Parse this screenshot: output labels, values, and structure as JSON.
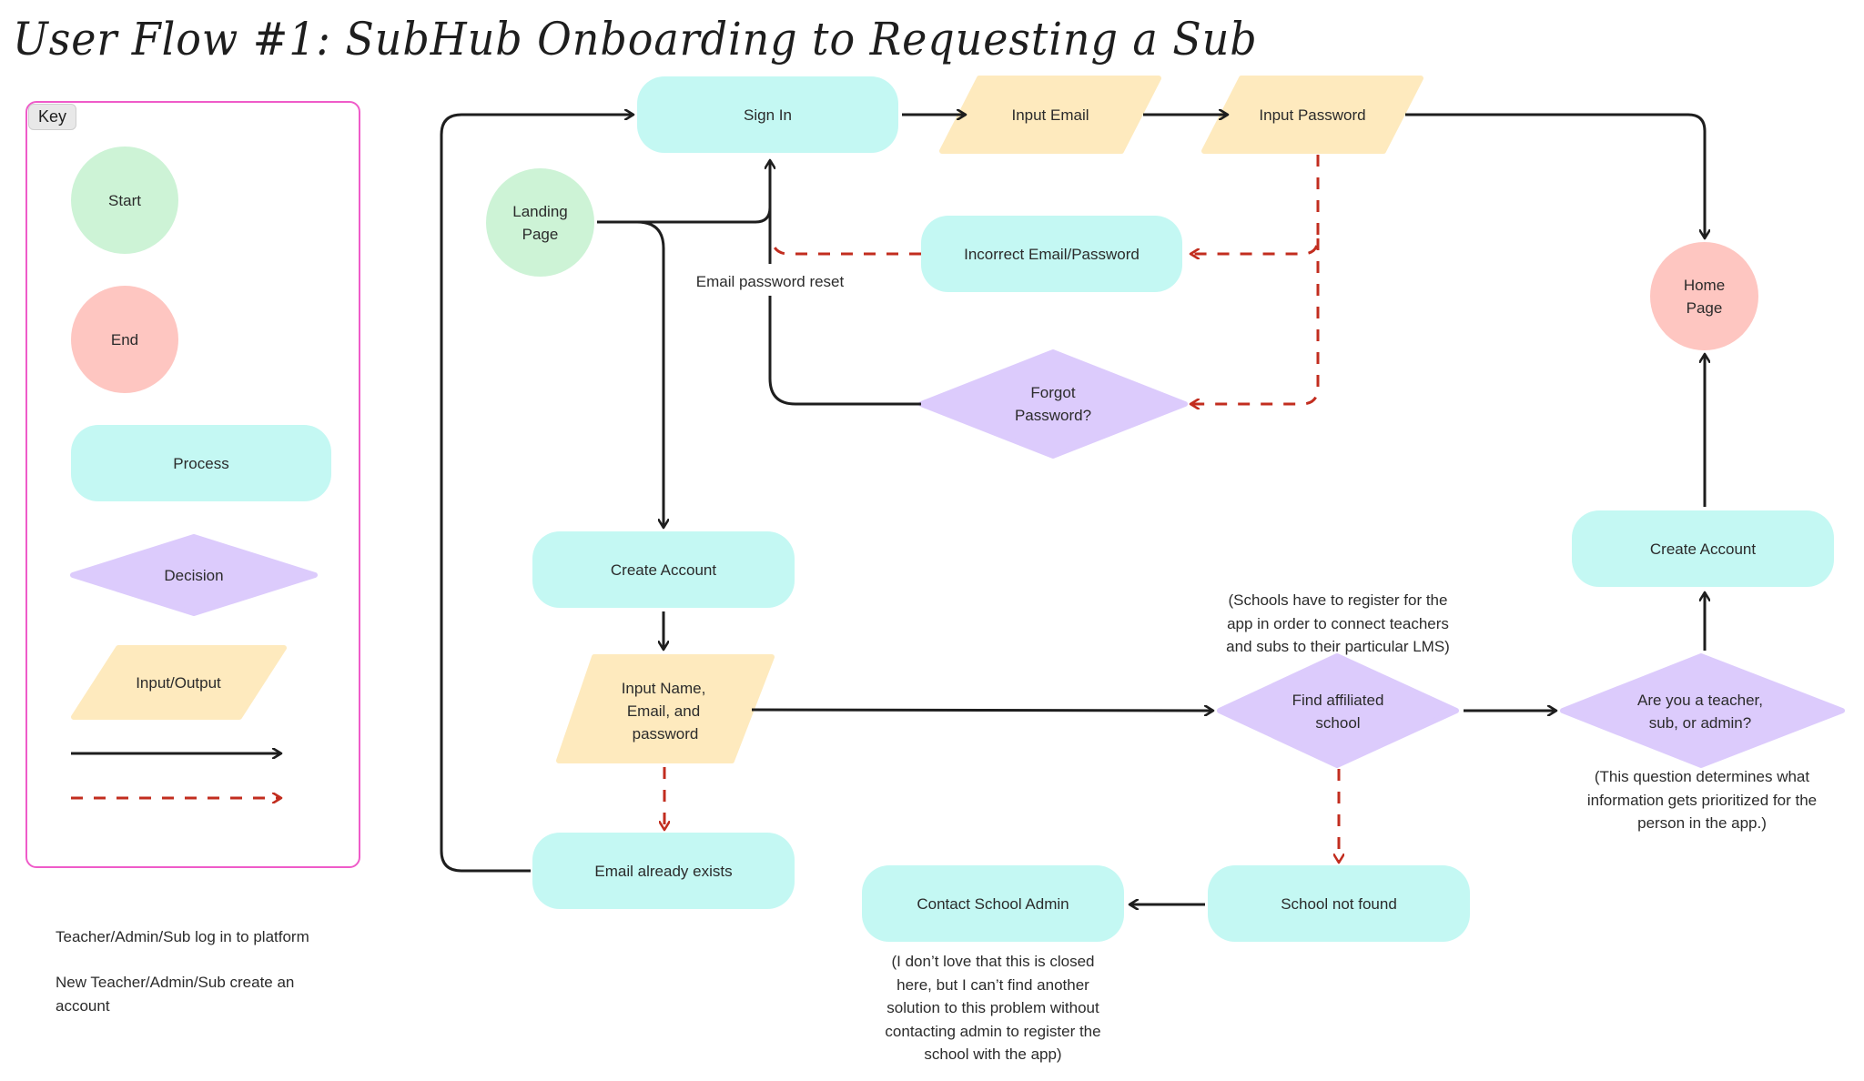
{
  "title": "User Flow #1: SubHub Onboarding to Requesting a Sub",
  "colors": {
    "start": "#cdf3d6",
    "end": "#fec6c1",
    "process": "#c4f8f3",
    "decision": "#dccbfc",
    "io": "#feeabe",
    "solid_arrow": "#1e1e1e",
    "dashed_arrow": "#c22d1f",
    "key_border": "#ef5bc9"
  },
  "key": {
    "label": "Key",
    "items": [
      {
        "shape": "circle",
        "type": "start",
        "label": "Start"
      },
      {
        "shape": "circle",
        "type": "end",
        "label": "End"
      },
      {
        "shape": "rounded-rect",
        "type": "process",
        "label": "Process"
      },
      {
        "shape": "diamond",
        "type": "decision",
        "label": "Decision"
      },
      {
        "shape": "parallelogram",
        "type": "io",
        "label": "Input/Output"
      },
      {
        "shape": "solid-arrow",
        "meaning": "Teacher/Admin/Sub log in to platform"
      },
      {
        "shape": "dashed-arrow",
        "meaning": "New Teacher/Admin/Sub create an account"
      }
    ]
  },
  "legend": {
    "solid": "Teacher/Admin/Sub log in to platform",
    "dashed_line1": "New Teacher/Admin/Sub create an",
    "dashed_line2": "account"
  },
  "nodes": {
    "landing_page": {
      "type": "start",
      "line1": "Landing",
      "line2": "Page"
    },
    "sign_in": {
      "type": "process",
      "label": "Sign In"
    },
    "input_email": {
      "type": "io",
      "label": "Input Email"
    },
    "input_password": {
      "type": "io",
      "label": "Input Password"
    },
    "incorrect": {
      "type": "process",
      "label": "Incorrect Email/Password"
    },
    "forgot_password": {
      "type": "decision",
      "line1": "Forgot",
      "line2": "Password?"
    },
    "home_page": {
      "type": "end",
      "line1": "Home",
      "line2": "Page"
    },
    "create_account_left": {
      "type": "process",
      "label": "Create Account"
    },
    "input_name": {
      "type": "io",
      "line1": "Input Name,",
      "line2": "Email, and",
      "line3": "password"
    },
    "email_exists": {
      "type": "process",
      "label": "Email already exists"
    },
    "find_school": {
      "type": "decision",
      "line1": "Find affiliated",
      "line2": "school"
    },
    "role_question": {
      "type": "decision",
      "line1": "Are you a teacher,",
      "line2": "sub, or admin?"
    },
    "create_account_right": {
      "type": "process",
      "label": "Create Account"
    },
    "school_not_found": {
      "type": "process",
      "label": "School not found"
    },
    "contact_admin": {
      "type": "process",
      "label": "Contact School Admin"
    }
  },
  "edge_labels": {
    "email_reset": "Email password reset"
  },
  "notes": {
    "schools": [
      "(Schools have to register for the",
      "app in order to connect teachers",
      "and subs to their particular LMS)"
    ],
    "role": [
      "(This question determines what",
      "information gets prioritized for the",
      "person in the app.)"
    ],
    "closed": [
      "(I don’t love that this is closed",
      "here, but I can’t find another",
      "solution to this problem without",
      "contacting admin to register the",
      "school with the app)"
    ]
  },
  "edges": [
    {
      "from": "landing_page",
      "to": "sign_in",
      "style": "solid"
    },
    {
      "from": "landing_page",
      "to": "create_account_left",
      "style": "solid"
    },
    {
      "from": "sign_in",
      "to": "input_email",
      "style": "solid"
    },
    {
      "from": "input_email",
      "to": "input_password",
      "style": "solid"
    },
    {
      "from": "input_password",
      "to": "home_page",
      "style": "solid"
    },
    {
      "from": "input_password",
      "to": "incorrect",
      "style": "dashed"
    },
    {
      "from": "input_password",
      "to": "forgot_password",
      "style": "dashed"
    },
    {
      "from": "incorrect",
      "to": "sign_in",
      "style": "dashed"
    },
    {
      "from": "forgot_password",
      "to": "sign_in",
      "style": "solid",
      "label": "Email password reset"
    },
    {
      "from": "create_account_left",
      "to": "input_name",
      "style": "solid"
    },
    {
      "from": "input_name",
      "to": "email_exists",
      "style": "dashed"
    },
    {
      "from": "email_exists",
      "to": "sign_in",
      "style": "solid"
    },
    {
      "from": "input_name",
      "to": "find_school",
      "style": "solid"
    },
    {
      "from": "find_school",
      "to": "role_question",
      "style": "solid"
    },
    {
      "from": "find_school",
      "to": "school_not_found",
      "style": "dashed"
    },
    {
      "from": "school_not_found",
      "to": "contact_admin",
      "style": "solid"
    },
    {
      "from": "role_question",
      "to": "create_account_right",
      "style": "solid"
    },
    {
      "from": "create_account_right",
      "to": "home_page",
      "style": "solid"
    }
  ]
}
